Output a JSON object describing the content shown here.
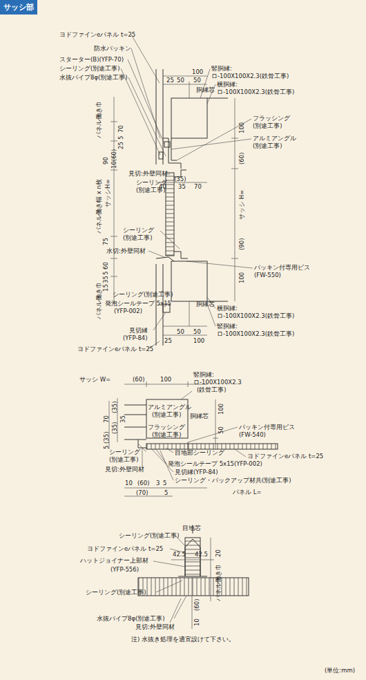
{
  "diagram": {
    "title": "サッシ部",
    "caption": "注) 水抜き処理を適宜設けて下さい。",
    "labels": [
      "ヨドファインeパネル t=25",
      "防水パッキン",
      "スターター(B)(YFP-70)",
      "シーリング(別途工事)",
      "水抜パイプ8φ(別途工事)",
      "竪胴縁:",
      "ロ-100X100X2.3(鉄骨工事)",
      "横胴縁:",
      "ロ-100X100X2.3(鉄骨工事)",
      "100",
      "25",
      "50",
      "50",
      "胴縁芯",
      "パネル働き巾",
      "70",
      "5",
      "25",
      "フラッシング",
      "(別途工事)",
      "アルミアングル",
      "(別途工事)",
      "100",
      "(60)",
      "90",
      "10(60)",
      "パネル働き幅 x n枚",
      "サッシH=",
      "見切:外壁同材",
      "シーリング",
      "(別途工事)",
      "(35)",
      "40",
      "35",
      "70",
      "サッシ H=",
      "シーリング",
      "(別途工事)",
      "75",
      "(90)",
      "水切:外壁同材",
      "60",
      "5",
      "パッキン付専用ビス",
      "(FW-550)",
      "100",
      "35",
      "15",
      "シーリング(別途工事)",
      "パネル働き巾",
      "発泡シールテープ 5x15",
      "(YFP-002)",
      "胴縁芯",
      "横胴縁:",
      "ロ-100X100X2.3(鉄骨工事)",
      "竪胴縁:",
      "ロ-100X100X2.3(鉄骨工事)",
      "見切縁",
      "(YFP-84)",
      "50",
      "50",
      "25",
      "100",
      "ヨドファインeパネル t=25",
      "サッシ W=",
      "(60)",
      "100",
      "竪胴縁:",
      "ロ-100X100X2.3",
      "(鉄骨工事)",
      "アルミアングル",
      "(別途工事)",
      "胴縁芯",
      "フラッシング",
      "(別途工事)",
      "100",
      "50",
      "パッキン付専用ビス",
      "(FW-540)",
      "70",
      "(35)",
      "(35)",
      "35",
      "(35)",
      "5",
      "シーリング",
      "(別途工事)",
      "見切:外壁同材",
      "目地部シーリング",
      "ヨドファインeパネル t=25",
      "発泡シールテープ 5x15(YFP-002)",
      "見切縁(YFP-84)",
      "シーリング・バックアップ材共(別途工事)",
      "パネル L=",
      "10",
      "(60)",
      "3",
      "5",
      "(70)",
      "5",
      "シーリング(別途工事)",
      "目地芯",
      "ヨドファインeパネル t=25",
      "ハットジョイナー上部材",
      "(YFP-556)",
      "42.5",
      "42.5",
      "20",
      "パネル働き巾",
      "シーリング(別途工事)",
      "水抜パイプ8φ(別途工事)",
      "(60)",
      "10",
      "見切:外壁同材",
      "(単位:mm)"
    ]
  }
}
